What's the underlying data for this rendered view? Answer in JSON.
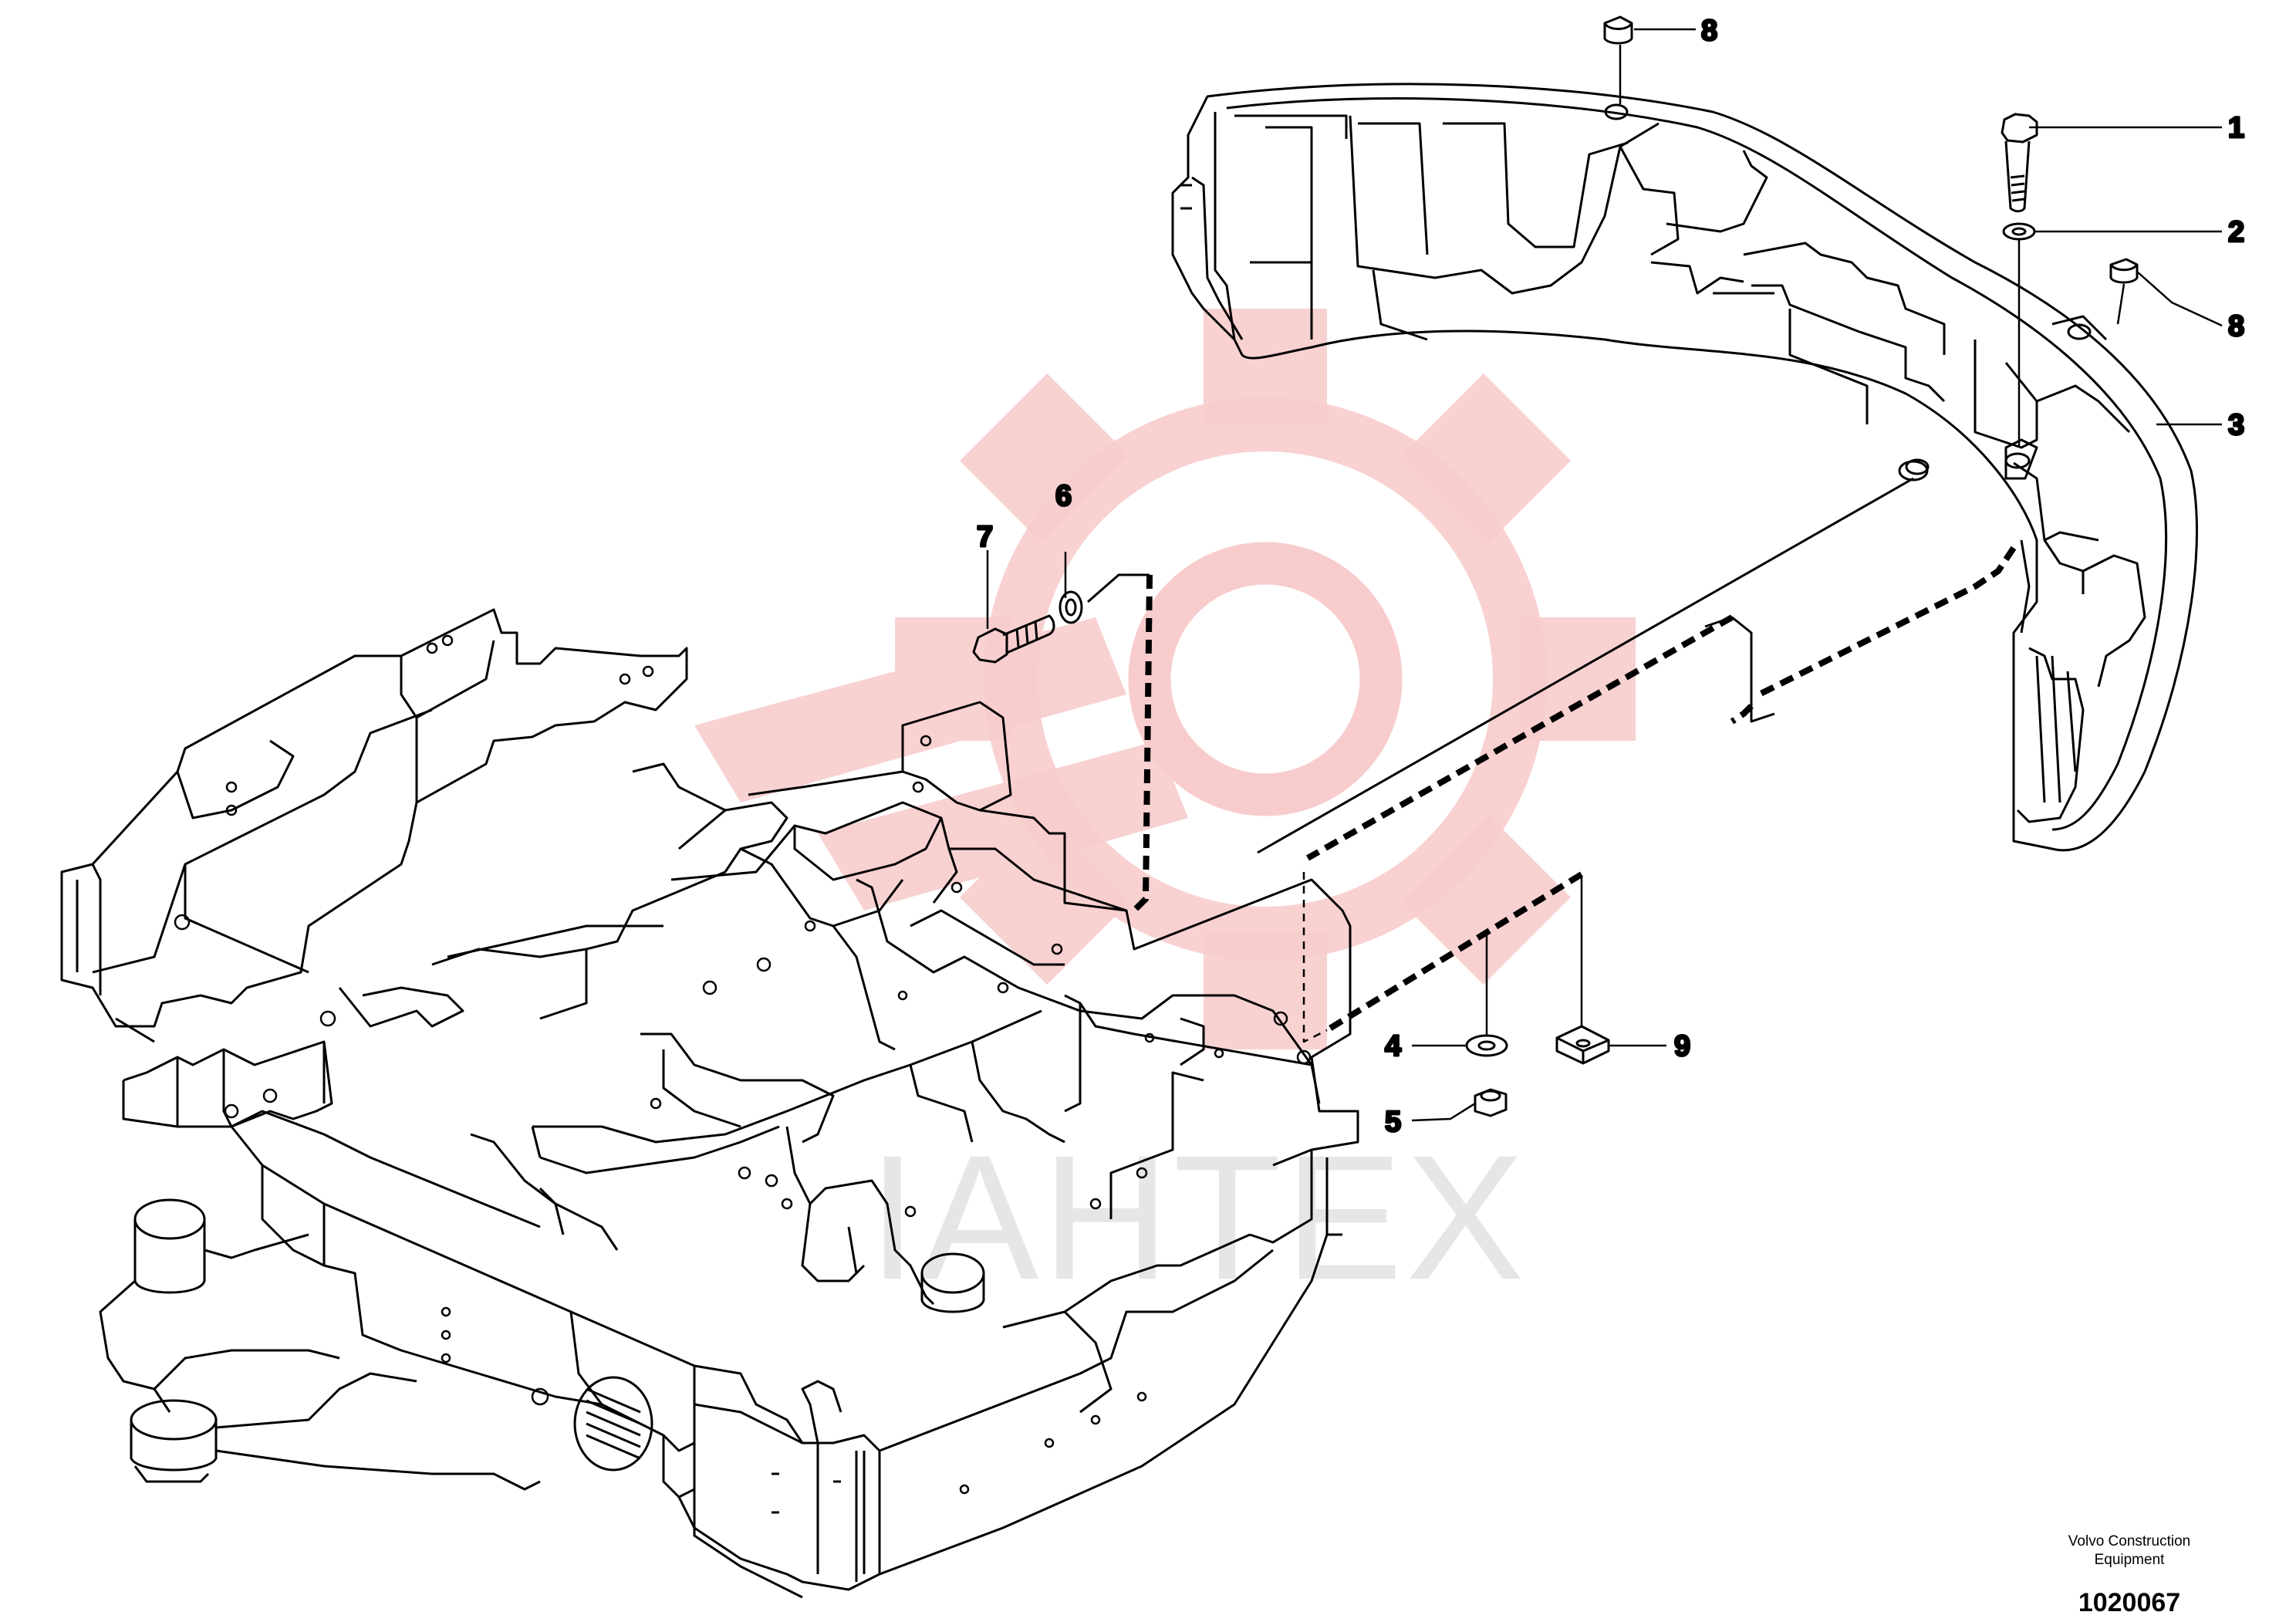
{
  "diagram": {
    "callouts": [
      {
        "id": "c8a",
        "label": "8"
      },
      {
        "id": "c1",
        "label": "1"
      },
      {
        "id": "c2",
        "label": "2"
      },
      {
        "id": "c8b",
        "label": "8"
      },
      {
        "id": "c3",
        "label": "3"
      },
      {
        "id": "c6",
        "label": "6"
      },
      {
        "id": "c7",
        "label": "7"
      },
      {
        "id": "c4",
        "label": "4"
      },
      {
        "id": "c9",
        "label": "9"
      },
      {
        "id": "c5",
        "label": "5"
      }
    ]
  },
  "footer": {
    "credit_line1": "Volvo Construction",
    "credit_line2": "Equipment",
    "document_number": "1020067"
  },
  "watermark": {
    "text": "IAHTEX",
    "color": "#f7c9c9"
  }
}
